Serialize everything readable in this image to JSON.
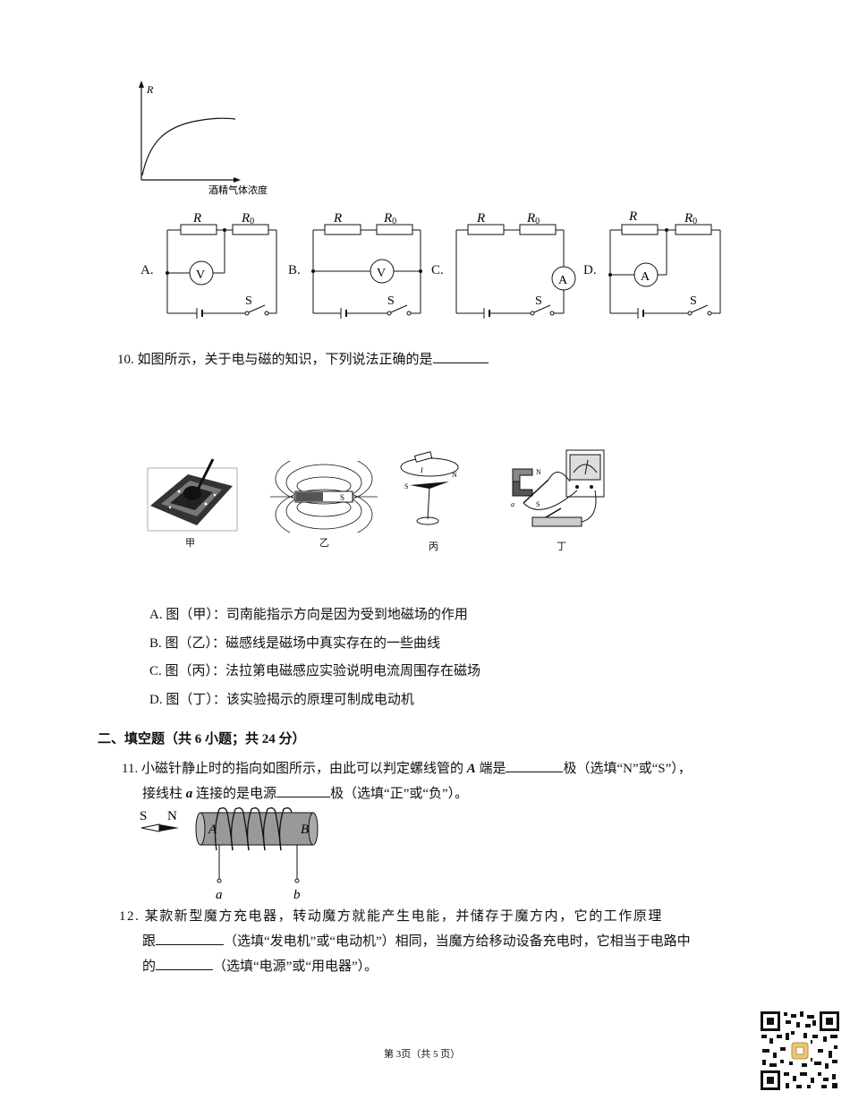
{
  "graph": {
    "y_label": "R",
    "x_label": "酒精气体浓度"
  },
  "q9_options": {
    "A": {
      "label": "A.",
      "r": "R",
      "r0": "R",
      "r0_sub": "0",
      "meter": "V",
      "switch": "S"
    },
    "B": {
      "label": "B.",
      "r": "R",
      "r0": "R",
      "r0_sub": "0",
      "meter": "V",
      "switch": "S"
    },
    "C": {
      "label": "C.",
      "r": "R",
      "r0": "R",
      "r0_sub": "0",
      "meter": "A",
      "switch": "S"
    },
    "D": {
      "label": "D.",
      "r": "R",
      "r0": "R",
      "r0_sub": "0",
      "meter": "A",
      "switch": "S"
    }
  },
  "q10": {
    "stem": "10. 如图所示，关于电与磁的知识，下列说法正确的是",
    "figures": [
      "甲",
      "乙",
      "丙",
      "丁"
    ],
    "options": [
      "A. 图（甲）：司南能指示方向是因为受到地磁场的作用",
      "B. 图（乙）：磁感线是磁场中真实存在的一些曲线",
      "C. 图（丙）：法拉第电磁感应实验说明电流周围存在磁场",
      "D. 图（丁）：该实验揭示的原理可制成电动机"
    ]
  },
  "section2": {
    "title": "二、填空题（共 6 小题；共 24 分）"
  },
  "q11": {
    "line1_a": "11. 小磁针静止时的指向如图所示，由此可以判定螺线管的",
    "line1_var": "A",
    "line1_b": "端是",
    "line1_c": "极（选填“N”或“S”），",
    "line2_a": "接线柱",
    "line2_var": "a",
    "line2_b": "连接的是电源",
    "line2_c": "极（选填“正”或“负”）。",
    "fig": {
      "needle_s": "S",
      "needle_n": "N",
      "end_a": "A",
      "end_b": "B",
      "term_a": "a",
      "term_b": "b"
    }
  },
  "q12": {
    "line1": "12. 某款新型魔方充电器，转动魔方就能产生电能，并储存于魔方内，它的工作原理",
    "line2_a": "跟",
    "line2_b": "（选填“发电机”或“电动机”）相同，当魔方给移动设备充电时，它相当于电路中",
    "line3_a": "的",
    "line3_b": "（选填“电源”或“用电器”）。"
  },
  "footer": {
    "page": "第 3页（共 5 页）"
  }
}
